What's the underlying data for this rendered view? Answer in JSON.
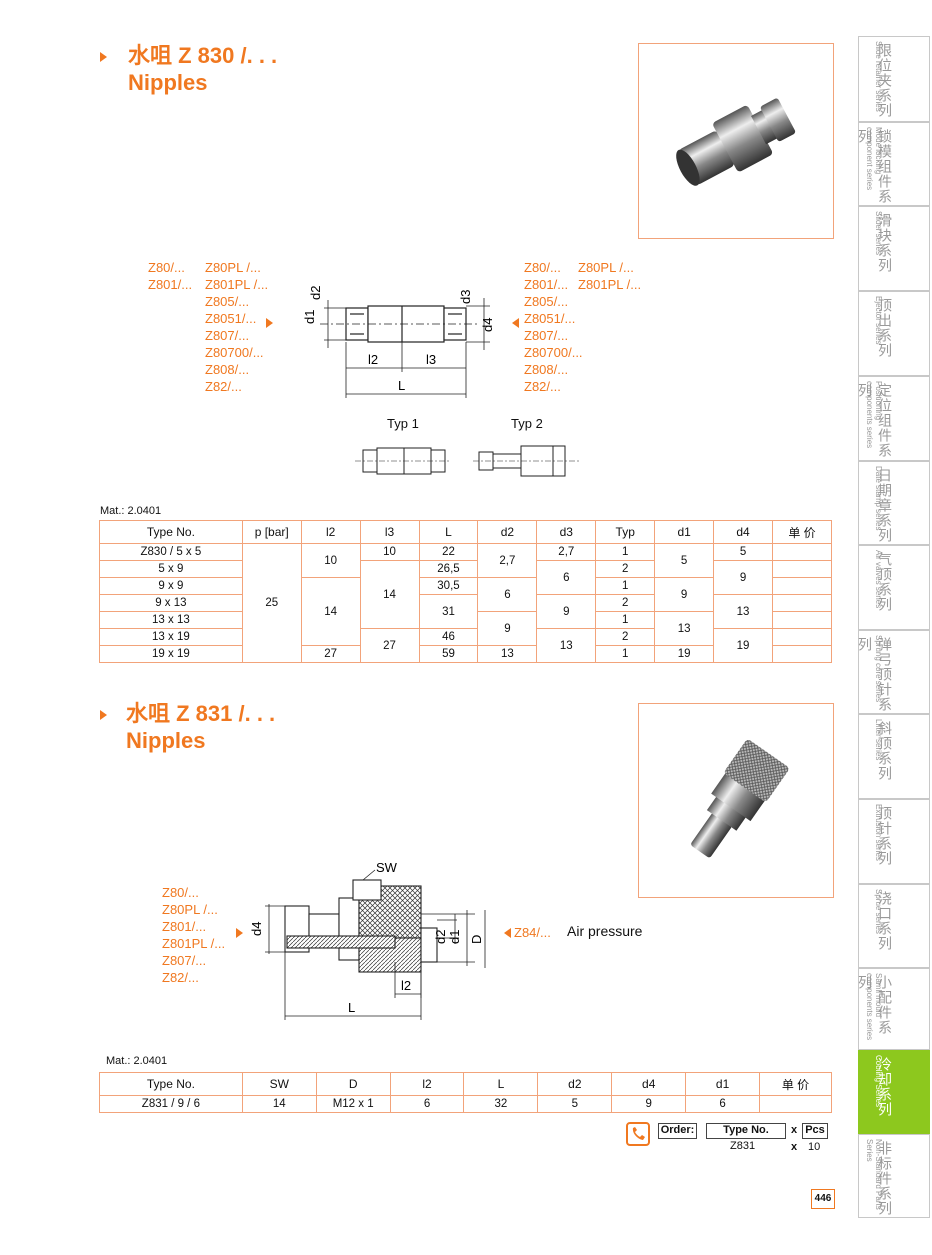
{
  "section1": {
    "title_zh": "水咀 Z 830 /. . .",
    "title_en": "Nipples",
    "compat_left_col1": [
      "Z80/...",
      "Z801/..."
    ],
    "compat_left_col2": [
      "Z80PL /...",
      "Z801PL /...",
      "Z805/...",
      "Z8051/...",
      "Z807/...",
      "Z80700/...",
      "Z808/...",
      "Z82/..."
    ],
    "compat_right_col1": [
      "Z80/...",
      "Z801/...",
      "Z805/...",
      "Z8051/...",
      "Z807/...",
      "Z80700/...",
      "Z808/...",
      "Z82/..."
    ],
    "compat_right_col2": [
      "Z80PL /...",
      "Z801PL /..."
    ],
    "dims": {
      "d1": "d1",
      "d2": "d2",
      "d3": "d3",
      "d4": "d4",
      "l2": "l2",
      "l3": "l3",
      "L": "L"
    },
    "typ1": "Typ 1",
    "typ2": "Typ 2",
    "material": "Mat.: 2.0401",
    "table": {
      "headers": [
        "Type No.",
        "p [bar]",
        "l2",
        "l3",
        "L",
        "d2",
        "d3",
        "Typ",
        "d1",
        "d4",
        "单 价"
      ],
      "type_no": [
        "Z830 / 5 x 5",
        "5 x 9",
        "9 x 9",
        "9 x 13",
        "13 x 13",
        "13 x 19",
        "19 x 19"
      ],
      "p_bar": "25",
      "l2": [
        "10",
        "14",
        "27"
      ],
      "l3": [
        "10",
        "14",
        "27"
      ],
      "L": [
        "22",
        "26,5",
        "30,5",
        "31",
        "46",
        "59"
      ],
      "d2": [
        "2,7",
        "6",
        "9",
        "13"
      ],
      "d3": [
        "2,7",
        "6",
        "9",
        "13"
      ],
      "typ": [
        "1",
        "2",
        "1",
        "2",
        "1",
        "2",
        "1"
      ],
      "d1": [
        "5",
        "9",
        "13",
        "19"
      ],
      "d4": [
        "5",
        "9",
        "13",
        "19"
      ]
    }
  },
  "section2": {
    "title_zh": "水咀 Z 831 /. . .",
    "title_en": "Nipples",
    "compat_left": [
      "Z80/...",
      "Z80PL /...",
      "Z801/...",
      "Z801PL /...",
      "Z807/...",
      "Z82/..."
    ],
    "compat_right": "Z84/...",
    "air_pressure": "Air pressure",
    "dims": {
      "SW": "SW",
      "d4": "d4",
      "d2": "d2",
      "d1": "d1",
      "D": "D",
      "l2": "l2",
      "L": "L"
    },
    "material": "Mat.: 2.0401",
    "table": {
      "headers": [
        "Type No.",
        "SW",
        "D",
        "l2",
        "L",
        "d2",
        "d4",
        "d1",
        "单 价"
      ],
      "row": [
        "Z831 / 9 / 6",
        "14",
        "M12 x 1",
        "6",
        "32",
        "5",
        "9",
        "6",
        ""
      ]
    }
  },
  "order": {
    "label": "Order:",
    "type_header": "Type No.",
    "x1": "x",
    "pcs_header": "Pcs",
    "type_value": "Z831",
    "x2": "x",
    "qty": "10"
  },
  "page_number": "446",
  "sidebar": [
    {
      "zh": "限位夹系列",
      "en": "Slide retainer series"
    },
    {
      "zh": "锁模组件系列",
      "en": "Mode locking component series"
    },
    {
      "zh": "滑块系列",
      "en": "Slider series"
    },
    {
      "zh": "顶出系列",
      "en": "Ejector series"
    },
    {
      "zh": "定位组件系列",
      "en": "Positioning components series"
    },
    {
      "zh": "日期章系列",
      "en": "Date stamp series"
    },
    {
      "zh": "气顶系列",
      "en": "Air valves series"
    },
    {
      "zh": "弹弓顶针系列",
      "en": "Sprung core series"
    },
    {
      "zh": "斜顶系列",
      "en": "Lifter series"
    },
    {
      "zh": "顶针系列",
      "en": "Extrusion series"
    },
    {
      "zh": "浇口系列",
      "en": "Sprue series"
    },
    {
      "zh": "小配件系列",
      "en": "Samll mould components series"
    },
    {
      "zh": "冷却系列",
      "en": "Cooling Series"
    },
    {
      "zh": "非标件系列",
      "en": "Non-Standard Parts Series"
    }
  ],
  "colors": {
    "accent": "#f07820",
    "active_tab": "#8dc81e",
    "table_border": "#f2a37a"
  }
}
